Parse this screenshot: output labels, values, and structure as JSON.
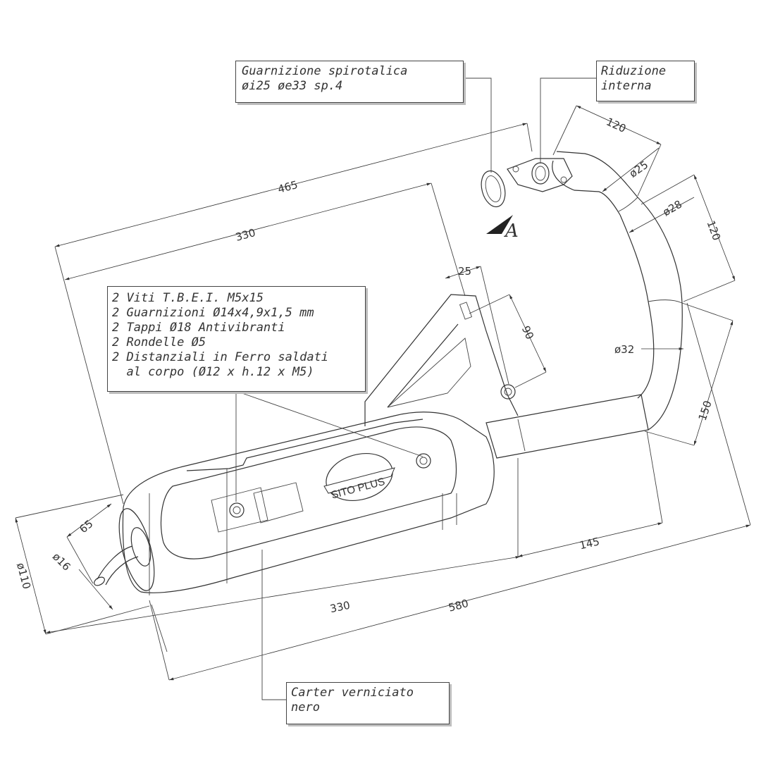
{
  "callouts": {
    "gasket": [
      "Guarnizione spirotalica",
      "øi25 øe33 sp.4"
    ],
    "reduction": [
      "Riduzione",
      "interna"
    ],
    "kit": [
      "2 Viti T.B.E.I. M5x15",
      "2 Guarnizioni Ø14x4,9x1,5 mm",
      "2 Tappi Ø18 Antivibranti",
      "2 Rondelle Ø5",
      "2 Distanziali in Ferro saldati",
      "  al corpo (Ø12 x h.12 x M5)"
    ],
    "carter": [
      "Carter verniciato",
      "nero"
    ]
  },
  "dimensions": {
    "d465": "465",
    "d330_top": "330",
    "d120_top": "120",
    "d25_flange": "ø25",
    "d28": "ø28",
    "d120_right": "120",
    "d25_bracket": "25",
    "d90": "90",
    "d32": "ø32",
    "d150": "150",
    "d145": "145",
    "d65": "65",
    "d16": "ø16",
    "d110": "ø110",
    "d330_bottom": "330",
    "d580": "580"
  },
  "view_label": "A",
  "brand": "SITO PLUS"
}
